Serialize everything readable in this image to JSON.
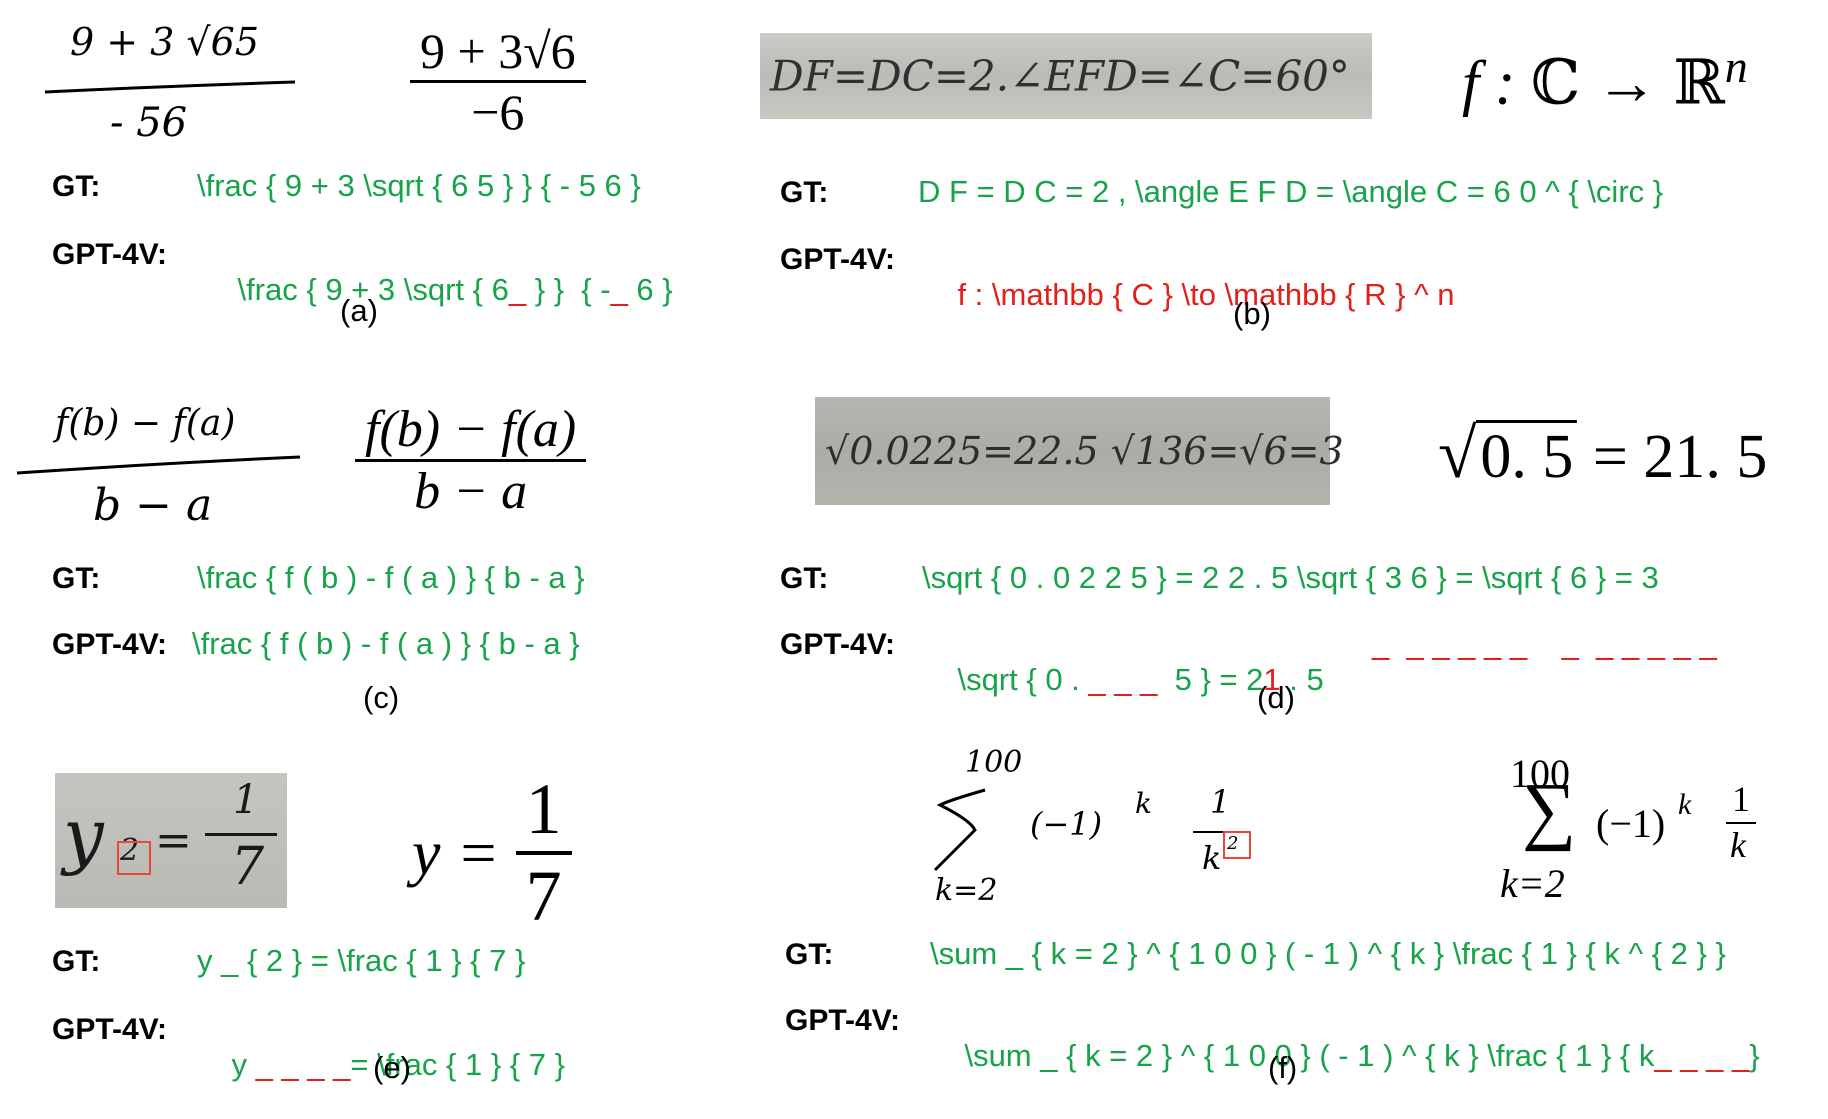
{
  "labels": {
    "gt": "GT:",
    "model": "GPT-4V:"
  },
  "colors": {
    "correct": "#17a34a",
    "error": "#e0201b",
    "highlight": "#e8473b"
  },
  "panels": {
    "a": {
      "caption": "(a)",
      "handwritten": {
        "numerator": "9 + 3 √65",
        "denominator": "- 56"
      },
      "rendered": {
        "numerator": "9 + 3√6",
        "denominator": "−6"
      },
      "gt": "\\frac { 9 + 3 \\sqrt { 6 5 } } { - 5 6 }",
      "pred": {
        "p1": "\\frac { 9 + 3 \\sqrt { 6",
        "err1": "_",
        "p2": " } }  { -",
        "err2": "_",
        "p3": " 6 }"
      }
    },
    "b": {
      "caption": "(b)",
      "handwritten": "DF=DC=2.∠EFD=∠C=60°",
      "rendered": {
        "f": "f : ",
        "C": "ℂ",
        "arrow": " → ",
        "R": "ℝ",
        "exp": "n"
      },
      "gt": "D F = D C = 2 , \\angle E F D = \\angle C = 6 0 ^ { \\circ }",
      "pred": {
        "e1": "f : \\mathbb { C } ",
        "e2": "\\to",
        "e3": " \\mathbb { R } ^ n"
      }
    },
    "c": {
      "caption": "(c)",
      "handwritten": {
        "numerator": "f(b) − f(a)",
        "denominator": "b − a"
      },
      "rendered": {
        "numerator": "f(b) − f(a)",
        "denominator": "b − a"
      },
      "gt": "\\frac { f ( b ) - f ( a ) } { b - a }",
      "pred": "\\frac { f ( b ) - f ( a ) } { b - a }"
    },
    "d": {
      "caption": "(d)",
      "handwritten": "√0.0225=22.5  √136=√6=3",
      "rendered": {
        "root": "0. 5",
        "rest": " = 21. 5"
      },
      "gt": "\\sqrt { 0 . 0 2 2 5 } = 2 2 . 5 \\sqrt { 3 6 } = \\sqrt { 6 } = 3",
      "pred": {
        "p1": "\\sqrt { 0 . ",
        "err1": "_ _ _",
        "p2": "  5 } = 2",
        "err2": "1",
        "p3": " . 5",
        "err3": "_  _ _ _ _ _    _  _ _ _ _ _"
      }
    },
    "e": {
      "caption": "(e)",
      "handwritten": {
        "lhs": "y",
        "sub": "2",
        "eq": "=",
        "num": "1",
        "den": "7"
      },
      "rendered": {
        "lhs": "y = ",
        "num": "1",
        "den": "7"
      },
      "gt": "y _ { 2 } = \\frac { 1 } { 7 }",
      "pred": {
        "p1": "y ",
        "err1": "_ _ _ _",
        "p2": "= \\frac { 1 } { 7 }"
      }
    },
    "f": {
      "caption": "(f)",
      "handwritten": {
        "upper": "100",
        "lower": "k=2",
        "term": "(−1)",
        "exp": "k",
        "num": "1",
        "den": "k",
        "denexp": "2"
      },
      "rendered": {
        "upper": "100",
        "sum": "∑",
        "lower": "k=2",
        "term": "(−1)",
        "exp": "k",
        "num": "1",
        "den": "k"
      },
      "gt": "\\sum _ { k = 2 } ^ { 1 0 0 } ( - 1 ) ^ { k } \\frac { 1 } { k ^ { 2 } }",
      "pred": {
        "p1": "\\sum _ { k = 2 } ^ { 1 0 0 } ( - 1 ) ^ { k } \\frac { 1 } { k",
        "err1": "_ _ _ _",
        "p2": "}"
      }
    }
  }
}
